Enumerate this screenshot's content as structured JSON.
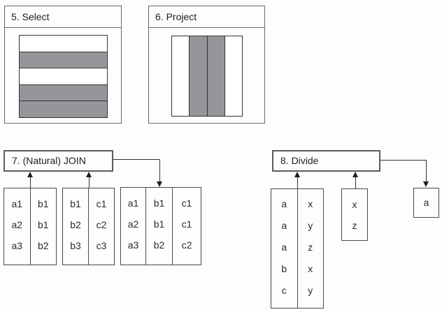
{
  "colors": {
    "stripe_gray": "#96959a"
  },
  "panels": {
    "select": {
      "title": "5. Select",
      "stripes": [
        "white",
        "gray",
        "white",
        "gray",
        "gray"
      ]
    },
    "project": {
      "title": "6. Project",
      "stripes": [
        "white",
        "gray",
        "gray",
        "white"
      ]
    }
  },
  "join": {
    "title": "7. (Natural) JOIN",
    "left_table": {
      "cols": [
        [
          "a1",
          "a2",
          "a3"
        ],
        [
          "b1",
          "b1",
          "b2"
        ]
      ]
    },
    "right_table": {
      "cols": [
        [
          "b1",
          "b2",
          "b3"
        ],
        [
          "c1",
          "c2",
          "c3"
        ]
      ]
    },
    "result_table": {
      "cols": [
        [
          "a1",
          "a2",
          "a3"
        ],
        [
          "b1",
          "b1",
          "b2"
        ],
        [
          "c1",
          "c1",
          "c2"
        ]
      ]
    }
  },
  "divide": {
    "title": "8. Divide",
    "dividend_table": {
      "cols": [
        [
          "a",
          "a",
          "a",
          "b",
          "c"
        ],
        [
          "x",
          "y",
          "z",
          "x",
          "y"
        ]
      ]
    },
    "divisor_table": {
      "cols": [
        [
          "x",
          "z"
        ]
      ]
    },
    "result_box": {
      "cols": [
        [
          "a"
        ]
      ]
    }
  }
}
